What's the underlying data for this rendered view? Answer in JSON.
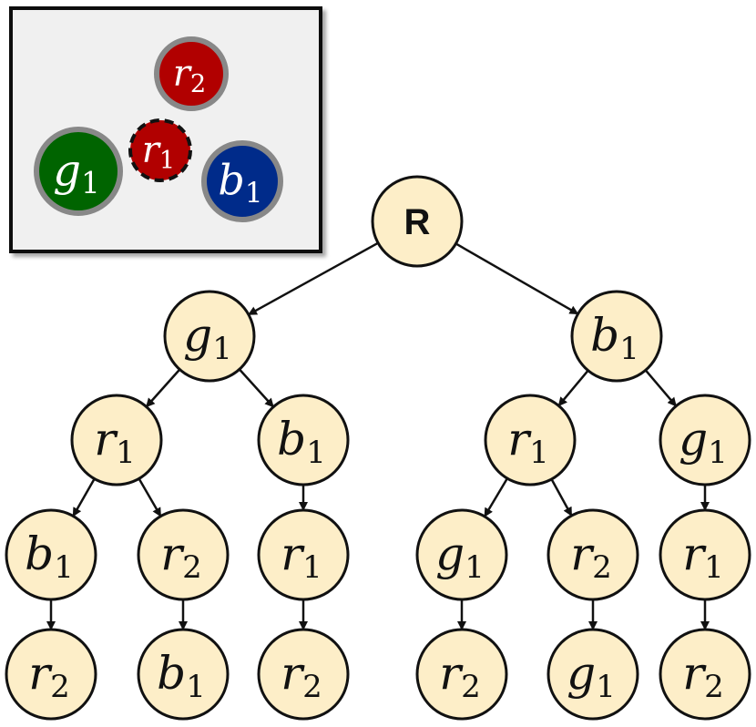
{
  "scene": {
    "balls": [
      {
        "id": "r2",
        "letter": "r",
        "sub": "2",
        "color": "#b10000",
        "outline": "solid"
      },
      {
        "id": "g1",
        "letter": "g",
        "sub": "1",
        "color": "#006400",
        "outline": "solid"
      },
      {
        "id": "r1",
        "letter": "r",
        "sub": "1",
        "color": "#b10000",
        "outline": "dashed"
      },
      {
        "id": "b1",
        "letter": "b",
        "sub": "1",
        "color": "#002b8a",
        "outline": "solid"
      }
    ]
  },
  "tree": {
    "root": {
      "label": "R"
    },
    "nodes": [
      {
        "id": "L1a",
        "letter": "g",
        "sub": "1"
      },
      {
        "id": "L1b",
        "letter": "b",
        "sub": "1"
      },
      {
        "id": "L2a",
        "letter": "r",
        "sub": "1"
      },
      {
        "id": "L2b",
        "letter": "b",
        "sub": "1"
      },
      {
        "id": "L2c",
        "letter": "r",
        "sub": "1"
      },
      {
        "id": "L2d",
        "letter": "g",
        "sub": "1"
      },
      {
        "id": "L3a",
        "letter": "b",
        "sub": "1"
      },
      {
        "id": "L3b",
        "letter": "r",
        "sub": "2"
      },
      {
        "id": "L3c",
        "letter": "r",
        "sub": "1"
      },
      {
        "id": "L3d",
        "letter": "g",
        "sub": "1"
      },
      {
        "id": "L3e",
        "letter": "r",
        "sub": "2"
      },
      {
        "id": "L3f",
        "letter": "r",
        "sub": "1"
      },
      {
        "id": "L4a",
        "letter": "r",
        "sub": "2"
      },
      {
        "id": "L4b",
        "letter": "b",
        "sub": "1"
      },
      {
        "id": "L4c",
        "letter": "r",
        "sub": "2"
      },
      {
        "id": "L4d",
        "letter": "r",
        "sub": "2"
      },
      {
        "id": "L4e",
        "letter": "g",
        "sub": "1"
      },
      {
        "id": "L4f",
        "letter": "r",
        "sub": "2"
      }
    ],
    "edges": [
      [
        "root",
        "L1a"
      ],
      [
        "root",
        "L1b"
      ],
      [
        "L1a",
        "L2a"
      ],
      [
        "L1a",
        "L2b"
      ],
      [
        "L1b",
        "L2c"
      ],
      [
        "L1b",
        "L2d"
      ],
      [
        "L2a",
        "L3a"
      ],
      [
        "L2a",
        "L3b"
      ],
      [
        "L2b",
        "L3c"
      ],
      [
        "L2c",
        "L3d"
      ],
      [
        "L2c",
        "L3e"
      ],
      [
        "L2d",
        "L3f"
      ],
      [
        "L3a",
        "L4a"
      ],
      [
        "L3b",
        "L4b"
      ],
      [
        "L3c",
        "L4c"
      ],
      [
        "L3d",
        "L4d"
      ],
      [
        "L3e",
        "L4e"
      ],
      [
        "L3f",
        "L4f"
      ]
    ]
  }
}
